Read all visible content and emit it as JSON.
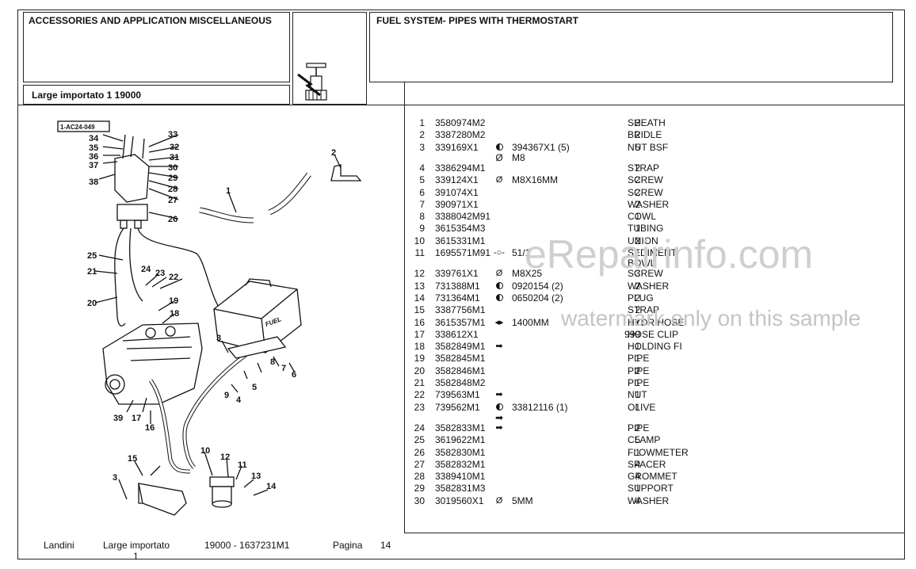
{
  "header": {
    "left_title": "ACCESSORIES AND APPLICATION MISCELLANEOUS",
    "right_title": "FUEL SYSTEM- PIPES WITH THERMOSTART",
    "model_label": "Large importato 1 19000"
  },
  "diagram": {
    "ref_code": "1-AC24-049",
    "callouts": [
      "1",
      "2",
      "3",
      "3",
      "4",
      "5",
      "6",
      "7",
      "8",
      "9",
      "10",
      "11",
      "12",
      "13",
      "14",
      "15",
      "16",
      "17",
      "18",
      "19",
      "20",
      "21",
      "22",
      "23",
      "24",
      "25",
      "26",
      "27",
      "28",
      "29",
      "30",
      "31",
      "32",
      "33",
      "34",
      "35",
      "36",
      "37",
      "38",
      "39"
    ],
    "fuel_label": "FUEL"
  },
  "parts": [
    {
      "no": "1",
      "pn": "3580974M2",
      "sym": "",
      "ref": "",
      "qty": "2",
      "desc": "SHEATH"
    },
    {
      "no": "2",
      "pn": "3387280M2",
      "sym": "",
      "ref": "",
      "qty": "2",
      "desc": "BRIDLE"
    },
    {
      "no": "3",
      "pn": "339169X1",
      "sym": "dot",
      "ref": "394367X1  (5)",
      "sym2": "Ø",
      "ref2": "M8",
      "qty": "5",
      "desc": "NUT BSF"
    },
    {
      "no": "4",
      "pn": "3386294M1",
      "sym": "",
      "ref": "",
      "qty": "2",
      "desc": "STRAP"
    },
    {
      "no": "5",
      "pn": "339124X1",
      "sym": "Ø",
      "ref": "M8X16MM",
      "qty": "2",
      "desc": "SCREW"
    },
    {
      "no": "6",
      "pn": "391074X1",
      "sym": "",
      "ref": "",
      "qty": "2",
      "desc": "SCREW"
    },
    {
      "no": "7",
      "pn": "390971X1",
      "sym": "",
      "ref": "",
      "qty": "2",
      "desc": "WASHER"
    },
    {
      "no": "8",
      "pn": "3388042M91",
      "sym": "",
      "ref": "",
      "qty": "1",
      "desc": "COWL"
    },
    {
      "no": "9",
      "pn": "3615354M3",
      "sym": "",
      "ref": "",
      "qty": "1",
      "desc": "TUBING"
    },
    {
      "no": "10",
      "pn": "3615331M1",
      "sym": "",
      "ref": "",
      "qty": "2",
      "desc": "UNION"
    },
    {
      "no": "11",
      "pn": "1695571M91",
      "sym": "-○-",
      "ref": "51/1",
      "qty": "1",
      "desc": "SEDIMENT",
      "desc2": "BOWL"
    },
    {
      "no": "12",
      "pn": "339761X1",
      "sym": "Ø",
      "ref": "M8X25",
      "qty": "3",
      "desc": "SCREW"
    },
    {
      "no": "13",
      "pn": "731388M1",
      "sym": "dot",
      "ref": "0920154  (2)",
      "qty": "2",
      "desc": "WASHER"
    },
    {
      "no": "14",
      "pn": "731364M1",
      "sym": "dot",
      "ref": "0650204  (2)",
      "qty": "2",
      "desc": "PLUG"
    },
    {
      "no": "15",
      "pn": "3387756M1",
      "sym": "",
      "ref": "",
      "qty": "2",
      "desc": "STRAP"
    },
    {
      "no": "16",
      "pn": "3615357M1",
      "sym": "◂▸",
      "ref": "1400MM",
      "qty": "1",
      "desc": "HYDR HOSE"
    },
    {
      "no": "17",
      "pn": "338612X1",
      "sym": "",
      "ref": "",
      "qty": "999",
      "desc": "HOSE CLIP"
    },
    {
      "no": "18",
      "pn": "3582849M1",
      "sym": "➡",
      "ref": "",
      "qty": "1",
      "desc": "HOLDING FI"
    },
    {
      "no": "19",
      "pn": "3582845M1",
      "sym": "",
      "ref": "",
      "qty": "1",
      "desc": "PIPE"
    },
    {
      "no": "20",
      "pn": "3582846M1",
      "sym": "",
      "ref": "",
      "qty": "2",
      "desc": "PIPE"
    },
    {
      "no": "21",
      "pn": "3582848M2",
      "sym": "",
      "ref": "",
      "qty": "1",
      "desc": "PIPE"
    },
    {
      "no": "22",
      "pn": "739563M1",
      "sym": "➡",
      "ref": "",
      "qty": "1",
      "desc": "NUT"
    },
    {
      "no": "23",
      "pn": "739562M1",
      "sym": "dot",
      "ref": "33812116  (1)",
      "sym2": "➡",
      "ref2": "",
      "qty": "1",
      "desc": "OLIVE"
    },
    {
      "no": "24",
      "pn": "3582833M1",
      "sym": "➡",
      "ref": "",
      "qty": "2",
      "desc": "PIPE"
    },
    {
      "no": "25",
      "pn": "3619622M1",
      "sym": "",
      "ref": "",
      "qty": "5",
      "desc": "CLAMP"
    },
    {
      "no": "26",
      "pn": "3582830M1",
      "sym": "",
      "ref": "",
      "qty": "1",
      "desc": "FLOWMETER"
    },
    {
      "no": "27",
      "pn": "3582832M1",
      "sym": "",
      "ref": "",
      "qty": "4",
      "desc": "SPACER"
    },
    {
      "no": "28",
      "pn": "3389410M1",
      "sym": "",
      "ref": "",
      "qty": "4",
      "desc": "GROMMET"
    },
    {
      "no": "29",
      "pn": "3582831M3",
      "sym": "",
      "ref": "",
      "qty": "1",
      "desc": "SUPPORT"
    },
    {
      "no": "30",
      "pn": "3019560X1",
      "sym": "Ø",
      "ref": "5MM",
      "qty": "4",
      "desc": "WASHER"
    }
  ],
  "footer": {
    "brand": "Landini",
    "model": "Large importato",
    "model_line2": "1",
    "code": "19000 - 1637231M1",
    "page_label": "Pagina",
    "page_no": "14"
  },
  "watermark": {
    "main": "eRepairinfo.com",
    "sub": "watermark only on this sample"
  }
}
